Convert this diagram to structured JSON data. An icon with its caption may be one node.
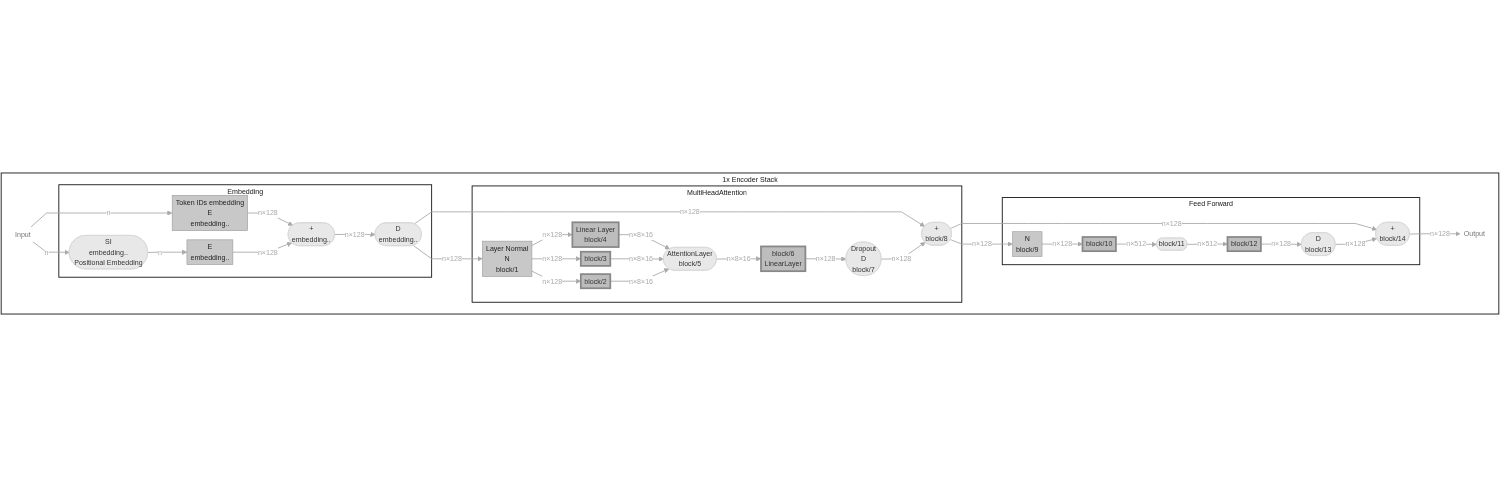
{
  "diagram": {
    "nodes": [
      {
        "text": [
          "1x Encoder Stack"
        ]
      },
      {
        "text": [
          "Embedding"
        ],
        "in": 0
      },
      {
        "text": [
          "Input"
        ],
        "in": 0
      },
      {
        "text": [
          "Token IDs embedding",
          "E",
          "embedding.."
        ],
        "in": 1
      },
      {
        "text": [
          "SI",
          "embedding..",
          "Positional Embedding"
        ],
        "in": 1
      },
      {
        "text": [
          "E",
          "embedding.."
        ],
        "in": 1
      },
      {
        "text": [
          "+",
          "embedding.."
        ],
        "in": 1
      },
      {
        "text": [
          "D",
          "embedding.."
        ],
        "in": 1
      },
      {
        "text": [
          "MultiHeadAttention"
        ],
        "in": 0
      },
      {
        "text": [
          "Layer Normal",
          "N",
          "block/1"
        ],
        "in": 8
      },
      {
        "text": [
          "Linear Layer",
          "block/4"
        ],
        "in": 8
      },
      {
        "text": [
          "block/3"
        ],
        "in": 8
      },
      {
        "text": [
          "block/2"
        ],
        "in": 8
      },
      {
        "text": [
          "AttentionLayer",
          "block/5"
        ],
        "in": 8
      },
      {
        "text": [
          "block/6",
          "LinearLayer"
        ],
        "in": 8
      },
      {
        "text": [
          "Dropout",
          "D",
          "block/7"
        ],
        "in": 8
      },
      {
        "text": [
          "+",
          "block/8"
        ],
        "in": 8
      },
      {
        "text": [
          "Feed Forward"
        ],
        "in": 0
      },
      {
        "text": [
          "N",
          "block/9"
        ],
        "in": 17
      },
      {
        "text": [
          "block/10"
        ],
        "in": 17
      },
      {
        "text": [
          "block/11"
        ],
        "in": 17
      },
      {
        "text": [
          "block/12"
        ],
        "in": 17
      },
      {
        "text": [
          "D",
          "block/13"
        ],
        "in": 17
      },
      {
        "text": [
          "+",
          "block/14"
        ],
        "in": 17
      },
      {
        "text": [
          "Output"
        ],
        "in": 0
      }
    ],
    "edges": [
      {
        "from": 2,
        "to": 3,
        "arrow": "to",
        "label": "n"
      },
      {
        "from": 2,
        "to": 4,
        "arrow": "to",
        "label": "n"
      },
      {
        "from": 4,
        "to": 5,
        "arrow": "to",
        "label": "n"
      },
      {
        "from": 3,
        "to": 6,
        "arrow": "to",
        "label": "n×128"
      },
      {
        "from": 5,
        "to": 6,
        "arrow": "to",
        "label": "n×128"
      },
      {
        "from": 6,
        "to": 7,
        "arrow": "to",
        "label": "n×128"
      },
      {
        "from": 7,
        "to": 16,
        "arrow": "to",
        "label": "n×128"
      },
      {
        "from": 7,
        "to": 9,
        "arrow": "to",
        "label": "n×128"
      },
      {
        "from": 9,
        "to": 10,
        "arrow": "to",
        "label": "n×128"
      },
      {
        "from": 9,
        "to": 11,
        "arrow": "to",
        "label": "n×128"
      },
      {
        "from": 9,
        "to": 12,
        "arrow": "to",
        "label": "n×128"
      },
      {
        "from": 10,
        "to": 13,
        "arrow": "to",
        "label": "n×8×16"
      },
      {
        "from": 11,
        "to": 13,
        "arrow": "to",
        "label": "n×8×16"
      },
      {
        "from": 12,
        "to": 13,
        "arrow": "to",
        "label": "n×8×16"
      },
      {
        "from": 13,
        "to": 14,
        "arrow": "to",
        "label": "n×8×16"
      },
      {
        "from": 14,
        "to": 15,
        "arrow": "to",
        "label": "n×128"
      },
      {
        "from": 15,
        "to": 16,
        "arrow": "to",
        "label": "n×128"
      },
      {
        "from": 16,
        "to": 23,
        "arrow": "to",
        "label": "n×128"
      },
      {
        "from": 16,
        "to": 18,
        "arrow": "to",
        "label": "n×128"
      },
      {
        "from": 18,
        "to": 19,
        "arrow": "to",
        "label": "n×128"
      },
      {
        "from": 19,
        "to": 20,
        "arrow": "to",
        "label": "n×512"
      },
      {
        "from": 20,
        "to": 21,
        "arrow": "to",
        "label": "n×512"
      },
      {
        "from": 21,
        "to": 22,
        "arrow": "to",
        "label": "n×128"
      },
      {
        "from": 22,
        "to": 23,
        "arrow": "to",
        "label": "n×128"
      },
      {
        "from": 23,
        "to": 24,
        "arrow": "to",
        "label": "n×128"
      }
    ]
  }
}
